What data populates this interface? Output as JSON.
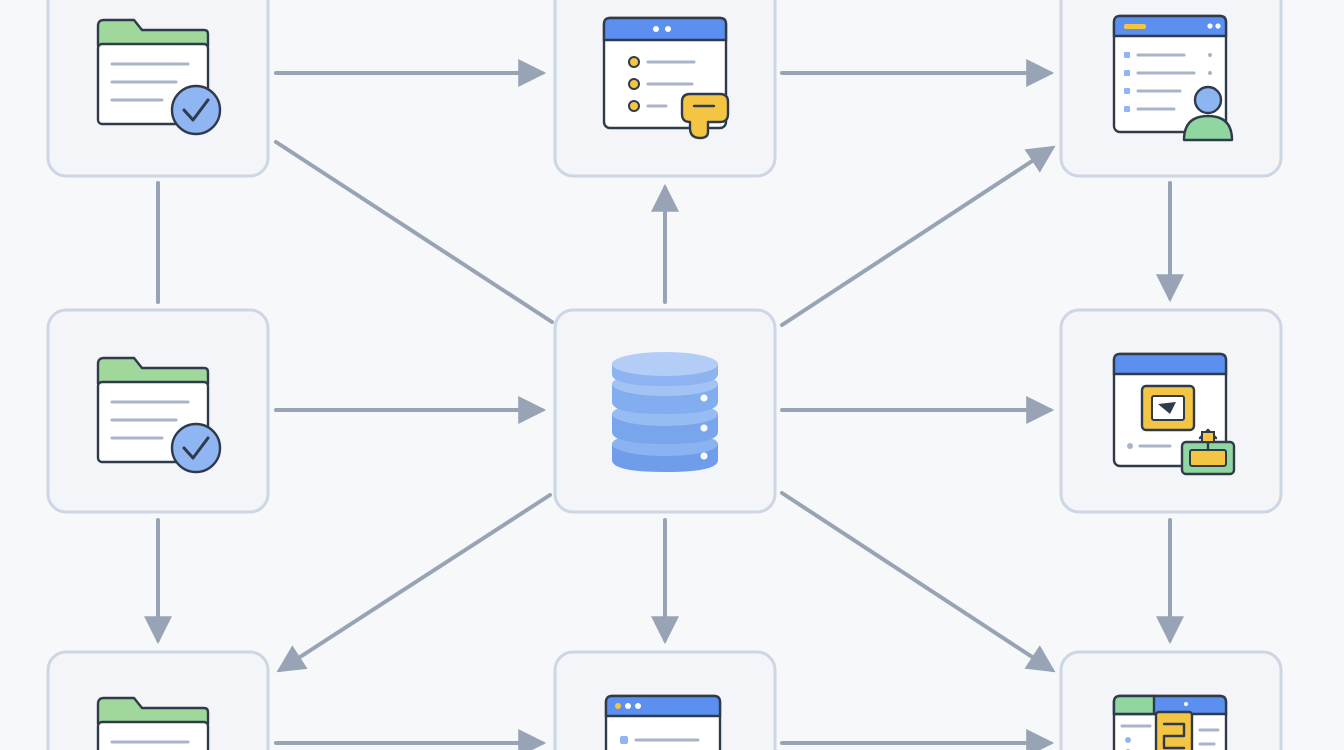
{
  "diagram": {
    "nodes": [
      {
        "id": "top-left",
        "icon": "folder-check-icon"
      },
      {
        "id": "top-center",
        "icon": "checklist-chat-window-icon"
      },
      {
        "id": "top-right",
        "icon": "user-list-window-icon"
      },
      {
        "id": "middle-left",
        "icon": "folder-check-icon"
      },
      {
        "id": "center",
        "icon": "database-icon"
      },
      {
        "id": "middle-right",
        "icon": "image-upload-window-icon"
      },
      {
        "id": "bottom-left",
        "icon": "folder-icon"
      },
      {
        "id": "bottom-center",
        "icon": "browser-window-icon"
      },
      {
        "id": "bottom-right",
        "icon": "document-window-icon"
      }
    ],
    "edges": [
      {
        "from": "top-left",
        "to": "top-center",
        "directed": true
      },
      {
        "from": "top-center",
        "to": "top-right",
        "directed": true
      },
      {
        "from": "top-left",
        "to": "center",
        "directed": false
      },
      {
        "from": "center",
        "to": "top-center",
        "directed": true
      },
      {
        "from": "center",
        "to": "top-right",
        "directed": true
      },
      {
        "from": "top-left",
        "to": "middle-left",
        "directed": false
      },
      {
        "from": "top-right",
        "to": "middle-right",
        "directed": true
      },
      {
        "from": "middle-left",
        "to": "center",
        "directed": true
      },
      {
        "from": "center",
        "to": "middle-right",
        "directed": true
      },
      {
        "from": "middle-left",
        "to": "bottom-left",
        "directed": true
      },
      {
        "from": "center",
        "to": "bottom-left",
        "directed": true
      },
      {
        "from": "center",
        "to": "bottom-center",
        "directed": true
      },
      {
        "from": "center",
        "to": "bottom-right",
        "directed": true
      },
      {
        "from": "middle-right",
        "to": "bottom-right",
        "directed": true
      },
      {
        "from": "bottom-left",
        "to": "bottom-center",
        "directed": true
      },
      {
        "from": "bottom-center",
        "to": "bottom-right",
        "directed": true
      }
    ],
    "colors": {
      "background": "#f7f8fa",
      "card_fill": "#f3f5f8",
      "card_border": "#cdd6e4",
      "edge": "#98a4b6",
      "folder_tab": "#9fd89a",
      "window_header": "#5b8ff0",
      "check_badge": "#8fb6f2",
      "accent_yellow": "#f4c542",
      "avatar_blue": "#8db5f2",
      "avatar_green": "#8fd6a0",
      "database": "#7da8f0"
    }
  }
}
